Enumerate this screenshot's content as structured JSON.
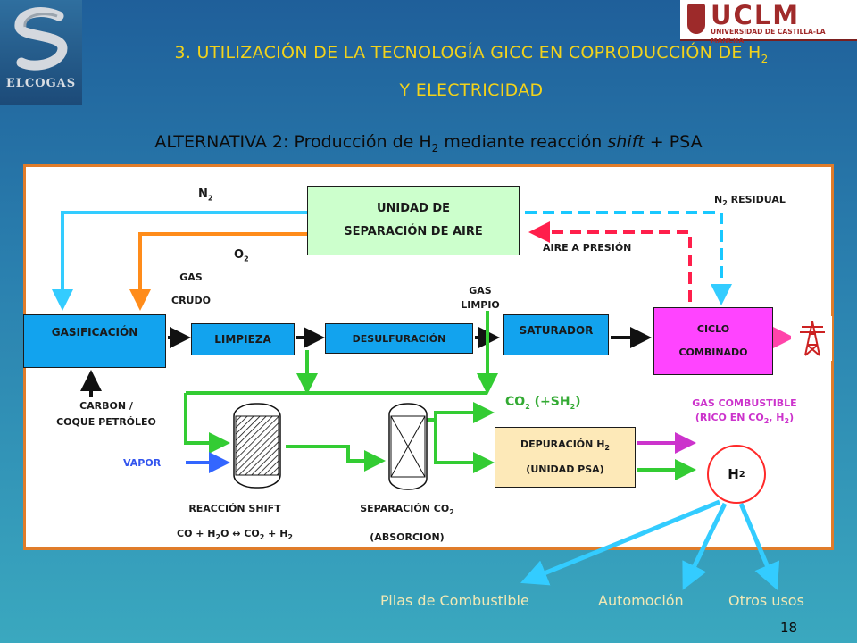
{
  "logos": {
    "left_name": "ELCOGAS",
    "right_name": "UCLM",
    "right_subtitle": "UNIVERSIDAD DE CASTILLA-LA MANCHA"
  },
  "header": {
    "line1_main": "3.  UTILIZACIÓN DE LA TECNOLOGÍA GICC EN COPRODUCCIÓN DE H",
    "line1_sub": "2",
    "line2": "Y ELECTRICIDAD",
    "subtitle_pre": "ALTERNATIVA 2: Producción de H",
    "subtitle_sub": "2",
    "subtitle_mid": " mediante reacción ",
    "subtitle_italic": "shift",
    "subtitle_post": " + PSA"
  },
  "boxes": {
    "air_unit": {
      "line1": "UNIDAD DE",
      "line2": "SEPARACIÓN DE AIRE"
    },
    "gasificacion": "GASIFICACIÓN",
    "limpieza": "LIMPIEZA",
    "desulfuracion": "DESULFURACIÓN",
    "saturador": "SATURADOR",
    "ciclo": {
      "line1": "CICLO",
      "line2": "COMBINADO"
    },
    "depuracion": {
      "line1_pre": "DEPURACIÓN  H",
      "line1_sub": "2",
      "line2": "(UNIDAD   PSA)"
    },
    "h2": {
      "main": "H",
      "sub": "2"
    }
  },
  "labels": {
    "n2": {
      "main": "N",
      "sub": "2"
    },
    "o2": {
      "main": "O",
      "sub": "2"
    },
    "n2_residual": {
      "main": "N",
      "sub": "2",
      "rest": " RESIDUAL"
    },
    "aire_presion": "AIRE A PRESIÓN",
    "gas_crudo": {
      "line1": "GAS",
      "line2": "CRUDO"
    },
    "gas_limpio": {
      "line1": "GAS",
      "line2": "LIMPIO"
    },
    "carbon": {
      "line1": "CARBON /",
      "line2": "COQUE PETRÓLEO"
    },
    "vapor": "VAPOR",
    "co2": {
      "pre": "CO",
      "sub1": "2",
      "mid": " (+SH",
      "sub2": "2",
      "post": ")"
    },
    "gas_combustible": {
      "line1": "GAS COMBUSTIBLE",
      "line2_pre": "(RICO EN CO",
      "line2_sub1": "2",
      "line2_mid": ", H",
      "line2_sub2": "2",
      "line2_post": ")"
    },
    "reaccion_shift": {
      "line1": "REACCIÓN  SHIFT",
      "eq_a": "CO  +  H",
      "eq_a_sub": "2",
      "eq_b": "O  ↔  CO",
      "eq_b_sub": "2",
      "eq_c": "  +  H",
      "eq_c_sub": "2"
    },
    "separacion_co2": {
      "line1_pre": "SEPARACIÓN  CO",
      "line1_sub": "2",
      "line2": "(ABSORCION)"
    }
  },
  "uses": [
    "Pilas de Combustible",
    "Automoción",
    "Otros usos"
  ],
  "page_number": "18",
  "colors": {
    "title": "#f2d21b",
    "n2_line": "#33ccff",
    "o2_line": "#ff8c1a",
    "air_dashed": "#ff1f4b",
    "n2_dashed": "#19c8ff",
    "gas_green": "#33cc33",
    "vapor_blue": "#3366ff",
    "gas_combustible": "#cc33cc",
    "h2_circle": "#ff2a2a",
    "uses_arrow": "#33ccff",
    "panel_border": "#e07c2a"
  }
}
